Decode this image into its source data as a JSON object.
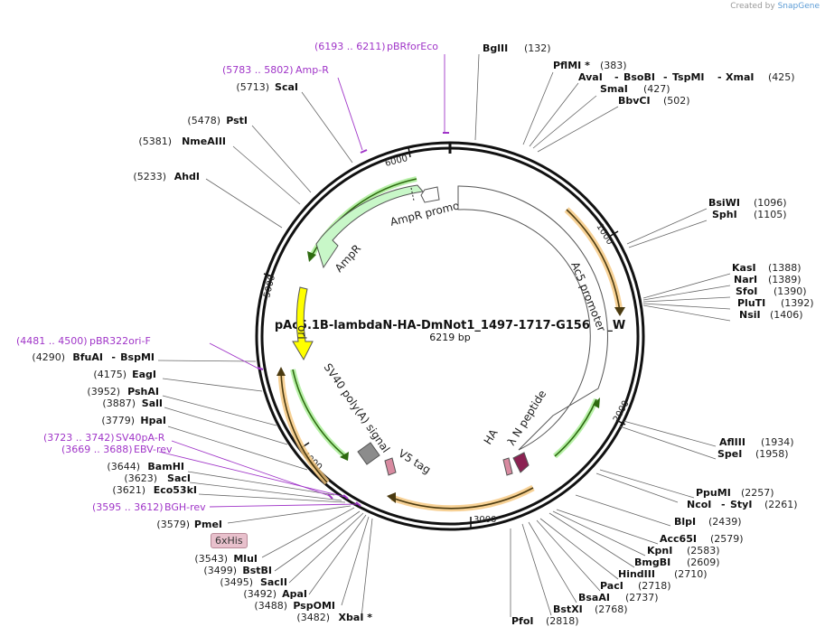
{
  "credit": {
    "prefix": "Created by",
    "brand": "SnapGene"
  },
  "plasmid": {
    "name": "pAc5.1B-lambdaN-HA-DmNot1_1497-1717-G1562Y_W",
    "length": "6219 bp"
  },
  "ticks": [
    "1000",
    "2000",
    "3000",
    "4000",
    "5000",
    "6000"
  ],
  "features": {
    "ampr_promoter": "AmpR promoter",
    "ampr": "AmpR",
    "ori": "ori",
    "sv40": "SV40 poly(A) signal",
    "v5": "V5 tag",
    "ac5": "Ac5 promoter",
    "npep": "λ N peptide",
    "ha": "HA",
    "his": "6xHis"
  },
  "sites_right": [
    {
      "name": "BglII",
      "pos": "(132)"
    },
    {
      "name": "PflMI *",
      "pos": "(383)"
    },
    {
      "name": "AvaI",
      "pos": ""
    },
    {
      "name": "BsoBI",
      "pos": ""
    },
    {
      "name": "TspMI",
      "pos": ""
    },
    {
      "name": "XmaI",
      "pos": "(425)"
    },
    {
      "name": "SmaI",
      "pos": "(427)"
    },
    {
      "name": "BbvCI",
      "pos": "(502)"
    },
    {
      "name": "BsiWI",
      "pos": "(1096)"
    },
    {
      "name": "SphI",
      "pos": "(1105)"
    },
    {
      "name": "KasI",
      "pos": "(1388)"
    },
    {
      "name": "NarI",
      "pos": "(1389)"
    },
    {
      "name": "SfoI",
      "pos": "(1390)"
    },
    {
      "name": "PluTI",
      "pos": "(1392)"
    },
    {
      "name": "NsiI",
      "pos": "(1406)"
    },
    {
      "name": "AflIII",
      "pos": "(1934)"
    },
    {
      "name": "SpeI",
      "pos": "(1958)"
    },
    {
      "name": "PpuMI",
      "pos": "(2257)"
    },
    {
      "name": "NcoI",
      "pos": ""
    },
    {
      "name": "StyI",
      "pos": "(2261)"
    },
    {
      "name": "BlpI",
      "pos": "(2439)"
    },
    {
      "name": "Acc65I",
      "pos": "(2579)"
    },
    {
      "name": "KpnI",
      "pos": "(2583)"
    },
    {
      "name": "BmgBI",
      "pos": "(2609)"
    },
    {
      "name": "HindIII",
      "pos": "(2710)"
    },
    {
      "name": "PacI",
      "pos": "(2718)"
    },
    {
      "name": "BsaAI",
      "pos": "(2737)"
    },
    {
      "name": "BstXI",
      "pos": "(2768)"
    },
    {
      "name": "PfoI",
      "pos": "(2818)"
    }
  ],
  "sites_left": [
    {
      "name": "ScaI",
      "pos": "(5713)"
    },
    {
      "name": "PstI",
      "pos": "(5478)"
    },
    {
      "name": "NmeAIII",
      "pos": "(5381)"
    },
    {
      "name": "AhdI",
      "pos": "(5233)"
    },
    {
      "name": "BfuAI",
      "pos": "(4290)"
    },
    {
      "name": "BspMI",
      "pos": ""
    },
    {
      "name": "EagI",
      "pos": "(4175)"
    },
    {
      "name": "PshAI",
      "pos": "(3952)"
    },
    {
      "name": "SalI",
      "pos": "(3887)"
    },
    {
      "name": "HpaI",
      "pos": "(3779)"
    },
    {
      "name": "BamHI",
      "pos": "(3644)"
    },
    {
      "name": "SacI",
      "pos": "(3623)"
    },
    {
      "name": "Eco53kI",
      "pos": "(3621)"
    },
    {
      "name": "PmeI",
      "pos": "(3579)"
    },
    {
      "name": "MluI",
      "pos": "(3543)"
    },
    {
      "name": "BstBI",
      "pos": "(3499)"
    },
    {
      "name": "SacII",
      "pos": "(3495)"
    },
    {
      "name": "ApaI",
      "pos": "(3492)"
    },
    {
      "name": "PspOMI",
      "pos": "(3488)"
    },
    {
      "name": "XbaI *",
      "pos": "(3482)"
    }
  ],
  "primers": [
    {
      "range": "(6193 .. 6211)",
      "name": "pBRforEco"
    },
    {
      "range": "(5783 .. 5802)",
      "name": "Amp-R"
    },
    {
      "range": "(4481 .. 4500)",
      "name": "pBR322ori-F"
    },
    {
      "range": "(3723 .. 3742)",
      "name": "SV40pA-R"
    },
    {
      "range": "(3669 .. 3688)",
      "name": "EBV-rev"
    },
    {
      "range": "(3595 .. 3612)",
      "name": "BGH-rev"
    }
  ],
  "colors": {
    "ring": "#111111",
    "primer": "#a035c8",
    "ampr_fill": "#c8f7c8",
    "ori_fill": "#ffff00",
    "orf": "#f0a030",
    "sv40_fill": "#8c8c8c",
    "v5_fill": "#d88aa0",
    "npep_fill": "#8b2252",
    "his_fill": "#e8c0cc"
  }
}
